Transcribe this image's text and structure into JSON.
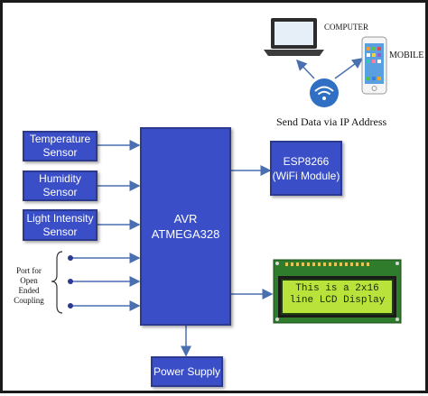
{
  "blocks": {
    "temperature": {
      "line1": "Temperature",
      "line2": "Sensor"
    },
    "humidity": {
      "line1": "Humidity",
      "line2": "Sensor"
    },
    "light": {
      "line1": "Light Intensity",
      "line2": "Sensor"
    },
    "mcu": {
      "line1": "AVR",
      "line2": "ATMEGA328"
    },
    "wifi": {
      "line1": "ESP8266",
      "line2": "(WiFi Module)"
    },
    "power": {
      "label": "Power Supply"
    }
  },
  "labels": {
    "computer": "COMPUTER",
    "mobile": "MOBILE",
    "send_data": "Send Data via IP Address",
    "port": [
      "Port for",
      "Open",
      "Ended",
      "Coupling"
    ]
  },
  "lcd": {
    "line1": "This is a 2x16",
    "line2": "line LCD Display"
  },
  "colors": {
    "block": "#3a4fc7",
    "block_border": "#2b3a8f",
    "lcd_screen": "#b9e23a",
    "wire": "#4a6fb0"
  },
  "icons": [
    "laptop-icon",
    "smartphone-icon",
    "wifi-icon",
    "lcd-module-icon"
  ]
}
